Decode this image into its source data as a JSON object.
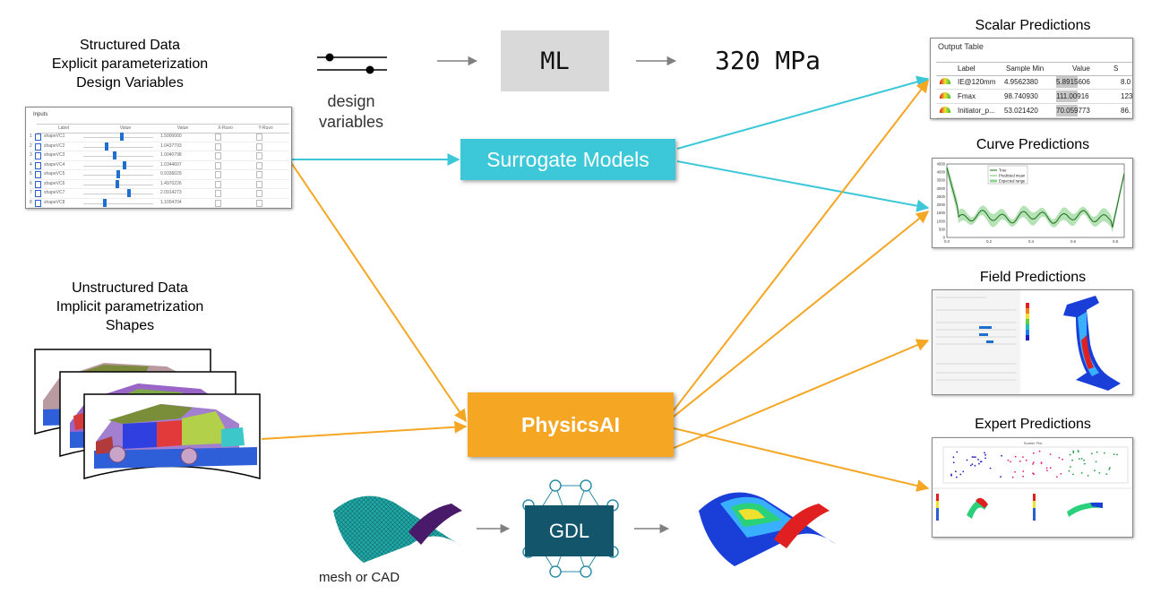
{
  "structured": {
    "lines": [
      "Structured Data",
      "Explicit parameterization",
      "Design Variables"
    ],
    "inputs_title": "Inputs",
    "columns": [
      "Label",
      "Value",
      "Value",
      "X-Ruvo",
      "Y-Ruvo"
    ],
    "rows": [
      {
        "label": "shapeVC1",
        "value": "1.5000000"
      },
      {
        "label": "shapeVC2",
        "value": "1.0437793"
      },
      {
        "label": "shapeVC3",
        "value": "1.0040798"
      },
      {
        "label": "shapeVC4",
        "value": "1.0344607"
      },
      {
        "label": "shapeVC5",
        "value": "0.9336029"
      },
      {
        "label": "shapeVC6",
        "value": "1.4970226"
      },
      {
        "label": "shapeVC7",
        "value": "2.0914273"
      },
      {
        "label": "shapeVC8",
        "value": "1.1004704"
      }
    ]
  },
  "unstructured": {
    "lines": [
      "Unstructured Data",
      "Implicit parametrization",
      "Shapes"
    ]
  },
  "top_row": {
    "design_variables_lines": [
      "design",
      "variables"
    ],
    "ml_label": "ML",
    "output_value": "320 MPa"
  },
  "surrogate_label": "Surrogate Models",
  "physicsai_label": "PhysicsAI",
  "gdl": {
    "label": "GDL",
    "mesh_label": "mesh or CAD"
  },
  "outputs": {
    "scalar": {
      "title": "Scalar Predictions",
      "table_title": "Output Table",
      "columns": [
        "Label",
        "Sample Min",
        "Value",
        "S"
      ],
      "rows": [
        {
          "label": "IE@120mm",
          "min": "4.9562380",
          "value": "5.8915606",
          "extra": "8.0"
        },
        {
          "label": "Fmax",
          "min": "98.740930",
          "value": "111.00916",
          "extra": "123"
        },
        {
          "label": "Initiator_p...",
          "min": "53.021420",
          "value": "70.059773",
          "extra": "86."
        }
      ]
    },
    "curve": {
      "title": "Curve Predictions",
      "legend": [
        "True",
        "Predicted mean",
        "Expected range"
      ],
      "y_ticks": [
        "4500",
        "4000",
        "3500",
        "3000",
        "2500",
        "2000",
        "1500",
        "1000",
        "500",
        "0"
      ],
      "x_ticks": [
        "0.0",
        "0.2",
        "0.4",
        "0.6",
        "0.8"
      ]
    },
    "field": {
      "title": "Field Predictions"
    },
    "expert": {
      "title": "Expert Predictions",
      "plot_title": "Scatter Plot"
    }
  },
  "colors": {
    "surrogate_cyan": "#3cc8d8",
    "physicsai_orange": "#f5a623",
    "ml_gray": "#d9d9d9",
    "gdl_teal": "#13566b",
    "arrow_gray": "#808080"
  }
}
